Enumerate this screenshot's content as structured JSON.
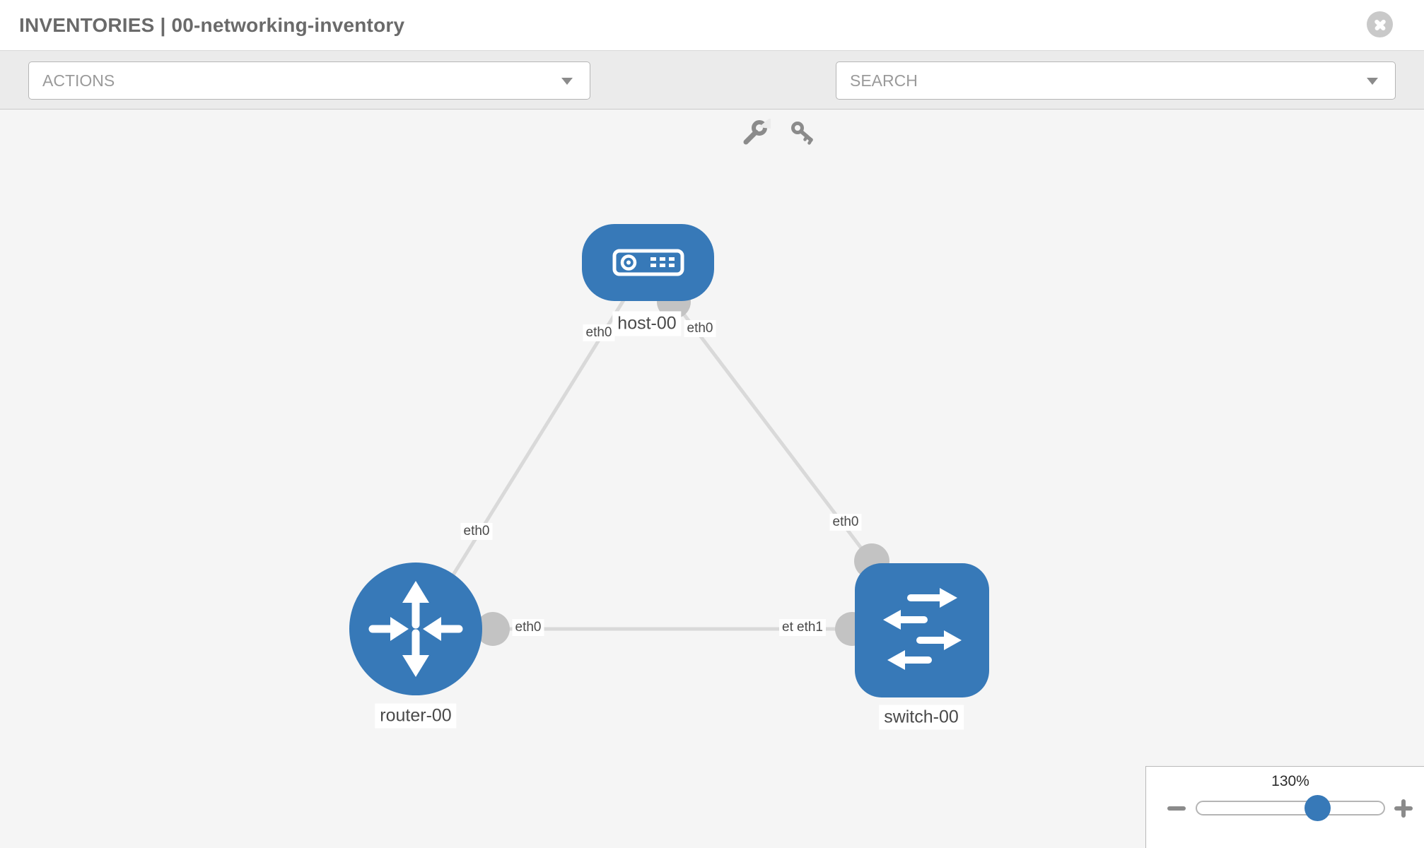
{
  "header": {
    "title": "INVENTORIES | 00-networking-inventory"
  },
  "toolbar": {
    "actions_placeholder": "ACTIONS",
    "search_placeholder": "SEARCH"
  },
  "topology": {
    "nodes": [
      {
        "label": "host-00",
        "type": "host"
      },
      {
        "label": "router-00",
        "type": "router"
      },
      {
        "label": "switch-00",
        "type": "switch"
      }
    ],
    "links": [
      {
        "from": "host-00",
        "from_iface": "eth0",
        "to": "router-00",
        "to_iface": "eth0"
      },
      {
        "from": "host-00",
        "from_iface": "eth0",
        "to": "switch-00",
        "to_iface": "eth0"
      },
      {
        "from": "router-00",
        "from_iface": "eth0",
        "to": "switch-00",
        "to_iface": "eth1"
      }
    ],
    "iface_labels": [
      "eth0",
      "eth0",
      "eth0",
      "eth0",
      "eth0",
      "eth0",
      "eth1"
    ]
  },
  "zoom_control": {
    "level": "130%"
  },
  "colors": {
    "node_blue": "#3779b8",
    "link_gray": "#d9d9d9",
    "port_gray": "#c3c3c3",
    "canvas_bg": "#f5f5f5",
    "toolbar_bg": "#ebebeb",
    "icon_gray": "#8b8b8b"
  }
}
